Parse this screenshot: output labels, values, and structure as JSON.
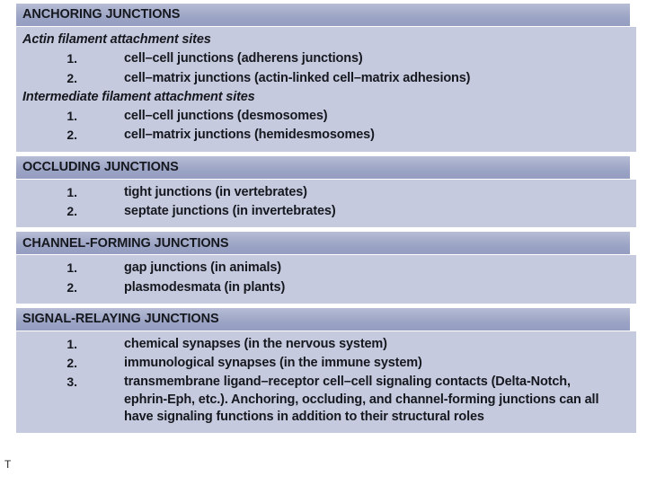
{
  "colors": {
    "header_bar_top": "#b7bdd6",
    "header_bar_bottom": "#959ec1",
    "body_background": "#c6cade",
    "page_background": "#ffffff",
    "text": "#16181f"
  },
  "stray_glyph": "T",
  "sections": [
    {
      "header": "ANCHORING JUNCTIONS",
      "blocks": [
        {
          "type": "subhead",
          "text": "Actin filament attachment sites"
        },
        {
          "type": "item",
          "num": "1.",
          "text": "cell–cell junctions (adherens junctions)"
        },
        {
          "type": "item",
          "num": "2.",
          "text": "cell–matrix junctions (actin-linked cell–matrix adhesions)"
        },
        {
          "type": "subhead",
          "text": "Intermediate filament attachment sites"
        },
        {
          "type": "item",
          "num": "1.",
          "text": "cell–cell junctions (desmosomes)"
        },
        {
          "type": "item",
          "num": "2.",
          "text": "cell–matrix junctions (hemidesmosomes)"
        }
      ]
    },
    {
      "header": "OCCLUDING JUNCTIONS",
      "blocks": [
        {
          "type": "item",
          "num": "1.",
          "text": "tight junctions (in vertebrates)"
        },
        {
          "type": "item",
          "num": "2.",
          "text": "septate junctions (in invertebrates)"
        }
      ]
    },
    {
      "header": "CHANNEL-FORMING JUNCTIONS",
      "blocks": [
        {
          "type": "item",
          "num": "1.",
          "text": "gap junctions (in animals)"
        },
        {
          "type": "item",
          "num": "2.",
          "text": "plasmodesmata (in plants)"
        }
      ]
    },
    {
      "header": "SIGNAL-RELAYING JUNCTIONS",
      "blocks": [
        {
          "type": "item",
          "num": "1.",
          "text": "chemical synapses (in the nervous system)"
        },
        {
          "type": "item",
          "num": "2.",
          "text": "immunological synapses (in the immune system)"
        },
        {
          "type": "item",
          "num": "3.",
          "text": "transmembrane ligand–receptor cell–cell signaling contacts (Delta-Notch, ephrin-Eph, etc.). Anchoring, occluding, and channel-forming junctions can all have signaling functions in addition to their structural roles"
        }
      ]
    }
  ]
}
